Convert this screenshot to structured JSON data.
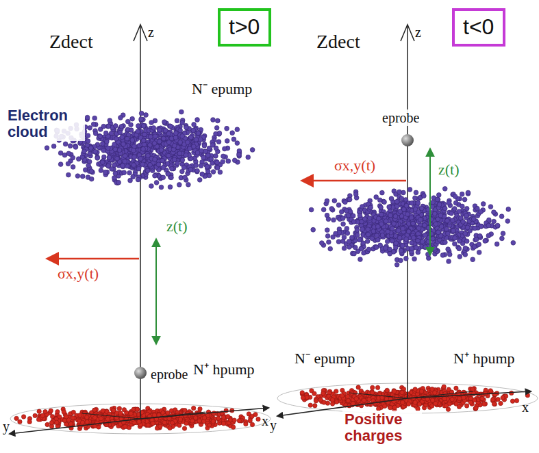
{
  "diagram": {
    "nodes": [
      {
        "text": [
          "t>0"
        ]
      },
      {
        "text": [
          "t<0"
        ]
      }
    ],
    "labels": [
      "Zdect",
      "z",
      "Electron cloud",
      "N⁻ epump",
      "σx,y(t)",
      "z(t)",
      "eprobe",
      "N⁺ hpump",
      "y",
      "x",
      "Zdect",
      "z",
      "eprobe",
      "σx,y(t)",
      "z(t)",
      "N⁻ epump",
      "N⁺ hpump",
      "y",
      "x",
      "Positive charges"
    ]
  }
}
